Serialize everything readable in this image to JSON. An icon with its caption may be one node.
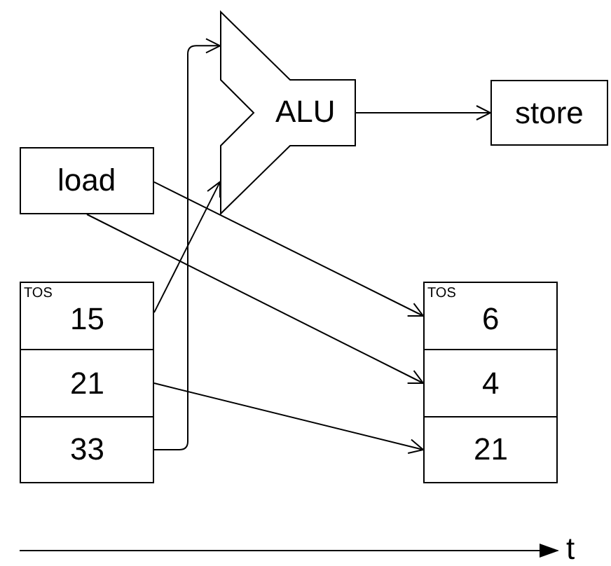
{
  "diagram": {
    "nodes": [
      {
        "text": [
          "ALU"
        ]
      },
      {
        "text": [
          "store"
        ]
      },
      {
        "text": [
          "load"
        ]
      },
      {
        "text": [
          "TOS",
          "15"
        ]
      },
      {
        "text": [
          "21"
        ]
      },
      {
        "text": [
          "33"
        ]
      },
      {
        "text": [
          "TOS",
          "6"
        ]
      },
      {
        "text": [
          "4"
        ]
      },
      {
        "text": [
          "21"
        ]
      }
    ],
    "edges": [
      {
        "from": 2,
        "to": 6,
        "arrow": "to"
      },
      {
        "from": 2,
        "to": 7,
        "arrow": "to"
      },
      {
        "from": 3,
        "to": 0,
        "arrow": "to"
      },
      {
        "from": 5,
        "to": 0,
        "arrow": "to"
      },
      {
        "from": 4,
        "to": 8,
        "arrow": "to"
      },
      {
        "from": 0,
        "to": 1,
        "arrow": "to"
      }
    ],
    "labels": [
      "t"
    ]
  }
}
